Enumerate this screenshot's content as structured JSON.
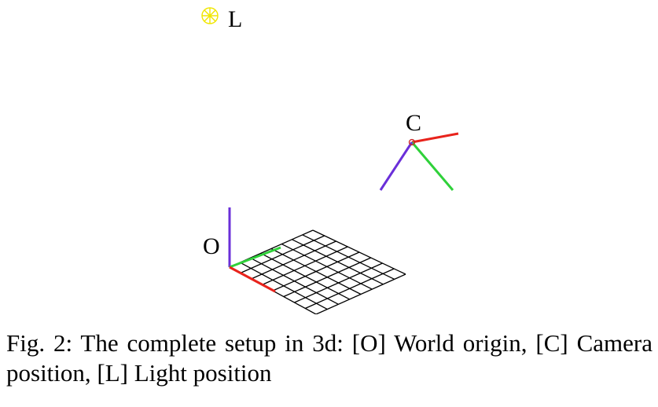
{
  "labels": {
    "light": "L",
    "camera": "C",
    "origin": "O"
  },
  "caption": {
    "text": "Fig. 2: The complete setup in 3d: [O] World origin, [C] Camera position, [L] Light position"
  },
  "colors": {
    "axis_x": "#e8231c",
    "axis_y": "#2fd13a",
    "axis_z": "#6a2fd9",
    "light": "#f0e600",
    "grid": "#000000",
    "camera_marker": "#cc2020"
  }
}
